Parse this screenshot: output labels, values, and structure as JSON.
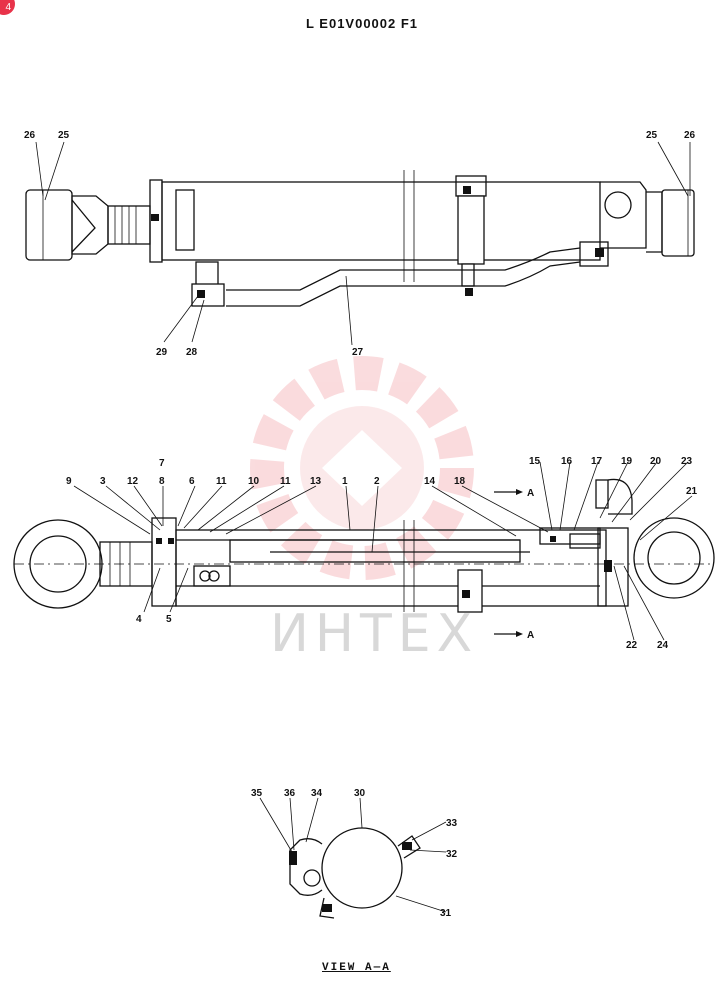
{
  "drawing_code": "L E01V00002 F1",
  "corner_badge": "4",
  "watermark": "ИНТЕХ",
  "view_label": "VIEW  A—A",
  "section_marker": "A",
  "top_view_labels": {
    "l25": "25",
    "l26": "26",
    "r25": "25",
    "r26": "26",
    "l27": "27",
    "l28": "28",
    "l29": "29"
  },
  "section_labels": {
    "l1": "1",
    "l2": "2",
    "l3": "3",
    "l4": "4",
    "l5": "5",
    "l6": "6",
    "l7": "7",
    "l8": "8",
    "l9": "9",
    "l10": "10",
    "l11a": "11",
    "l11b": "11",
    "l12": "12",
    "l13": "13",
    "l14": "14",
    "l15": "15",
    "l16": "16",
    "l17": "17",
    "l18": "18",
    "l19": "19",
    "l20": "20",
    "l21": "21",
    "l22": "22",
    "l23": "23",
    "l24": "24"
  },
  "view_aa_labels": {
    "l30": "30",
    "l31": "31",
    "l32": "32",
    "l33": "33",
    "l34": "34",
    "l35": "35",
    "l36": "36"
  }
}
